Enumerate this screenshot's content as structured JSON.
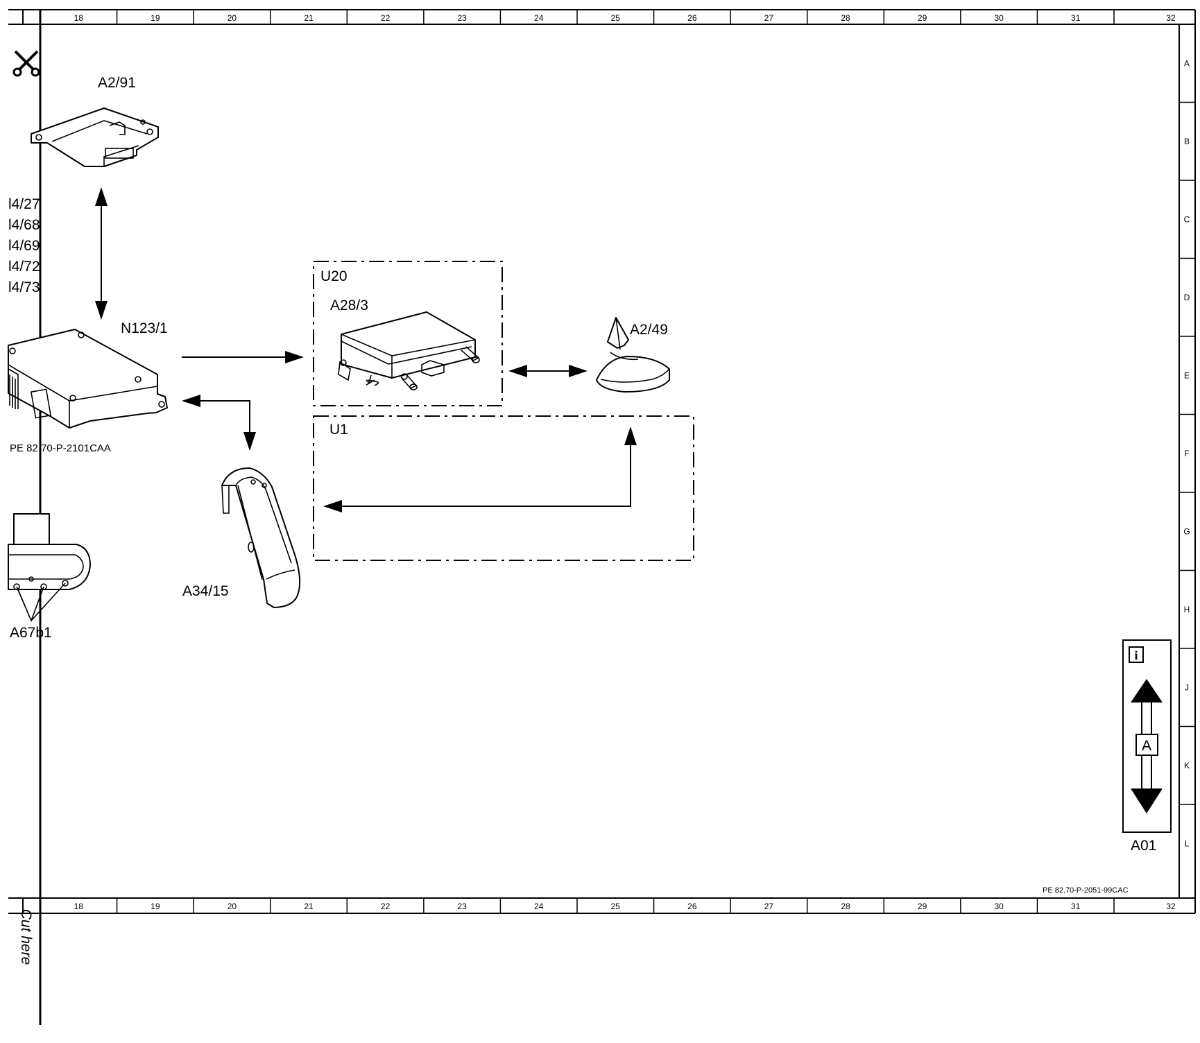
{
  "sheet": {
    "columns": [
      "18",
      "19",
      "20",
      "21",
      "22",
      "23",
      "24",
      "25",
      "26",
      "27",
      "28",
      "29",
      "30",
      "31",
      "32"
    ],
    "rows": [
      "A",
      "B",
      "C",
      "D",
      "E",
      "F",
      "G",
      "H",
      "J",
      "K",
      "L"
    ],
    "drawing_code": "PE 82.70-P-2051-99CAC",
    "cut_text": "Cut here",
    "scissors_icon": "scissors-icon"
  },
  "components": {
    "a2_91": "A2/91",
    "n123_1": "N123/1",
    "a28_3": "A28/3",
    "a2_49": "A2/49",
    "a34_15": "A34/15",
    "a67b1": "A67b1",
    "u20": "U20",
    "u1": "U1"
  },
  "left_refs": [
    "l4/27",
    "l4/68",
    "l4/69",
    "l4/72",
    "l4/73"
  ],
  "left_code": "PE 82.70-P-2101CAA",
  "nav": {
    "info_icon": "i",
    "box_label": "A",
    "name": "A01"
  }
}
